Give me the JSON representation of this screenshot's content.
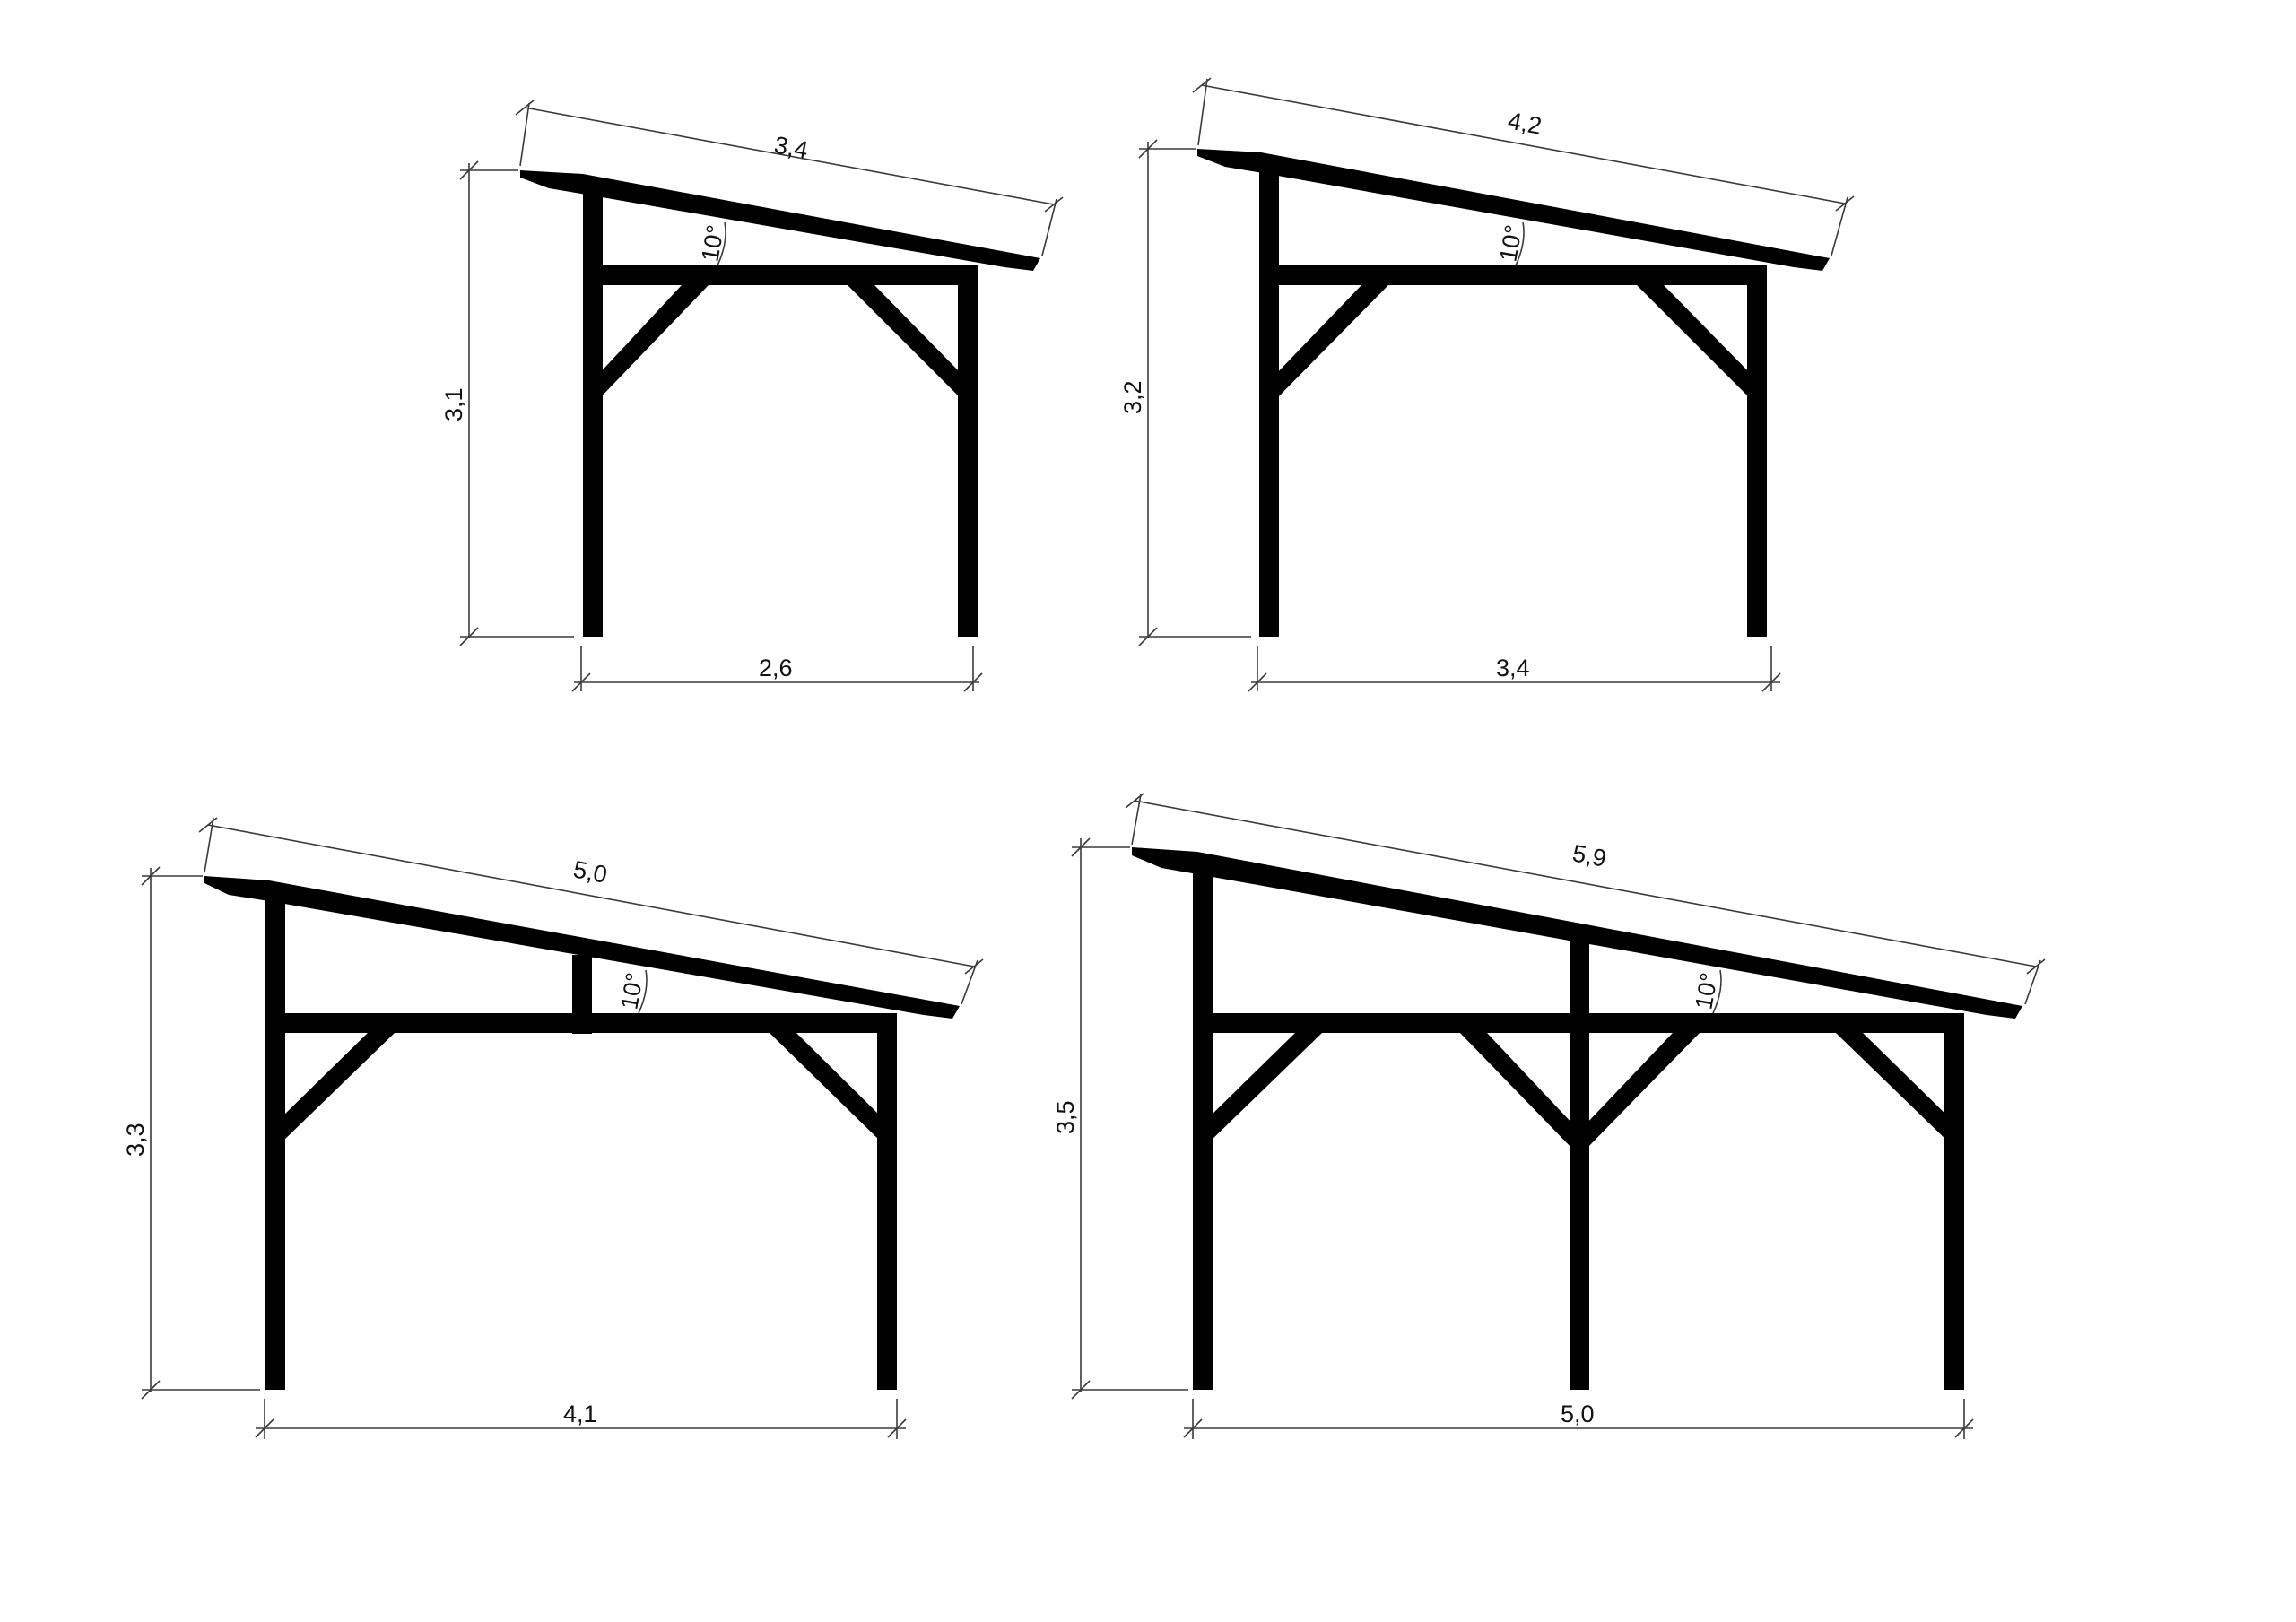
{
  "drawings": [
    {
      "roof_length": "3,4",
      "height": "3,1",
      "width": "2,6",
      "angle": "10°"
    },
    {
      "roof_length": "4,2",
      "height": "3,2",
      "width": "3,4",
      "angle": "10°"
    },
    {
      "roof_length": "5,0",
      "height": "3,3",
      "width": "4,1",
      "angle": "10°"
    },
    {
      "roof_length": "5,9",
      "height": "3,5",
      "width": "5,0",
      "angle": "10°"
    }
  ],
  "colors": {
    "structure": "#000000",
    "dimension_lines": "#3a3a3a",
    "background": "#ffffff"
  }
}
